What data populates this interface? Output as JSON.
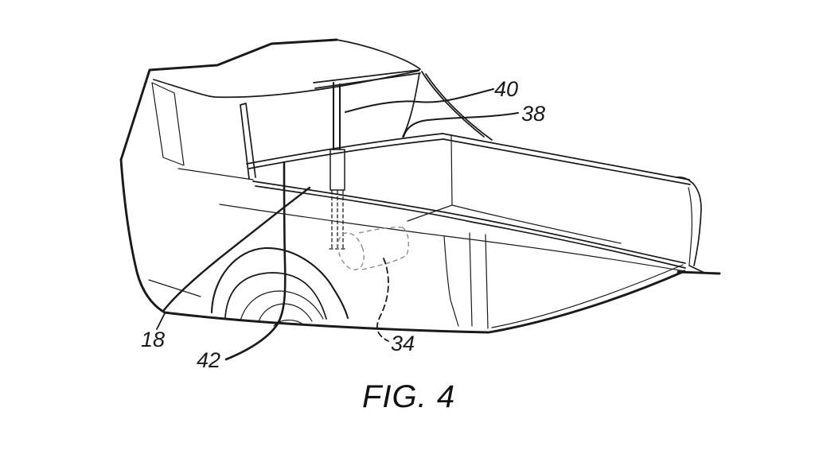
{
  "figure": {
    "caption": "FIG. 4",
    "labels": [
      {
        "text": "40",
        "points_to": "mast"
      },
      {
        "text": "38",
        "points_to": "cargo-bed-rail"
      },
      {
        "text": "18",
        "points_to": "vehicle-body"
      },
      {
        "text": "42",
        "points_to": "bed-front-panel"
      },
      {
        "text": "34",
        "points_to": "hidden-cylinder-component"
      }
    ]
  },
  "colors": {
    "background": "#ffffff",
    "line": "#1a1a1a",
    "hidden_component_line": "#8e8e8e"
  }
}
